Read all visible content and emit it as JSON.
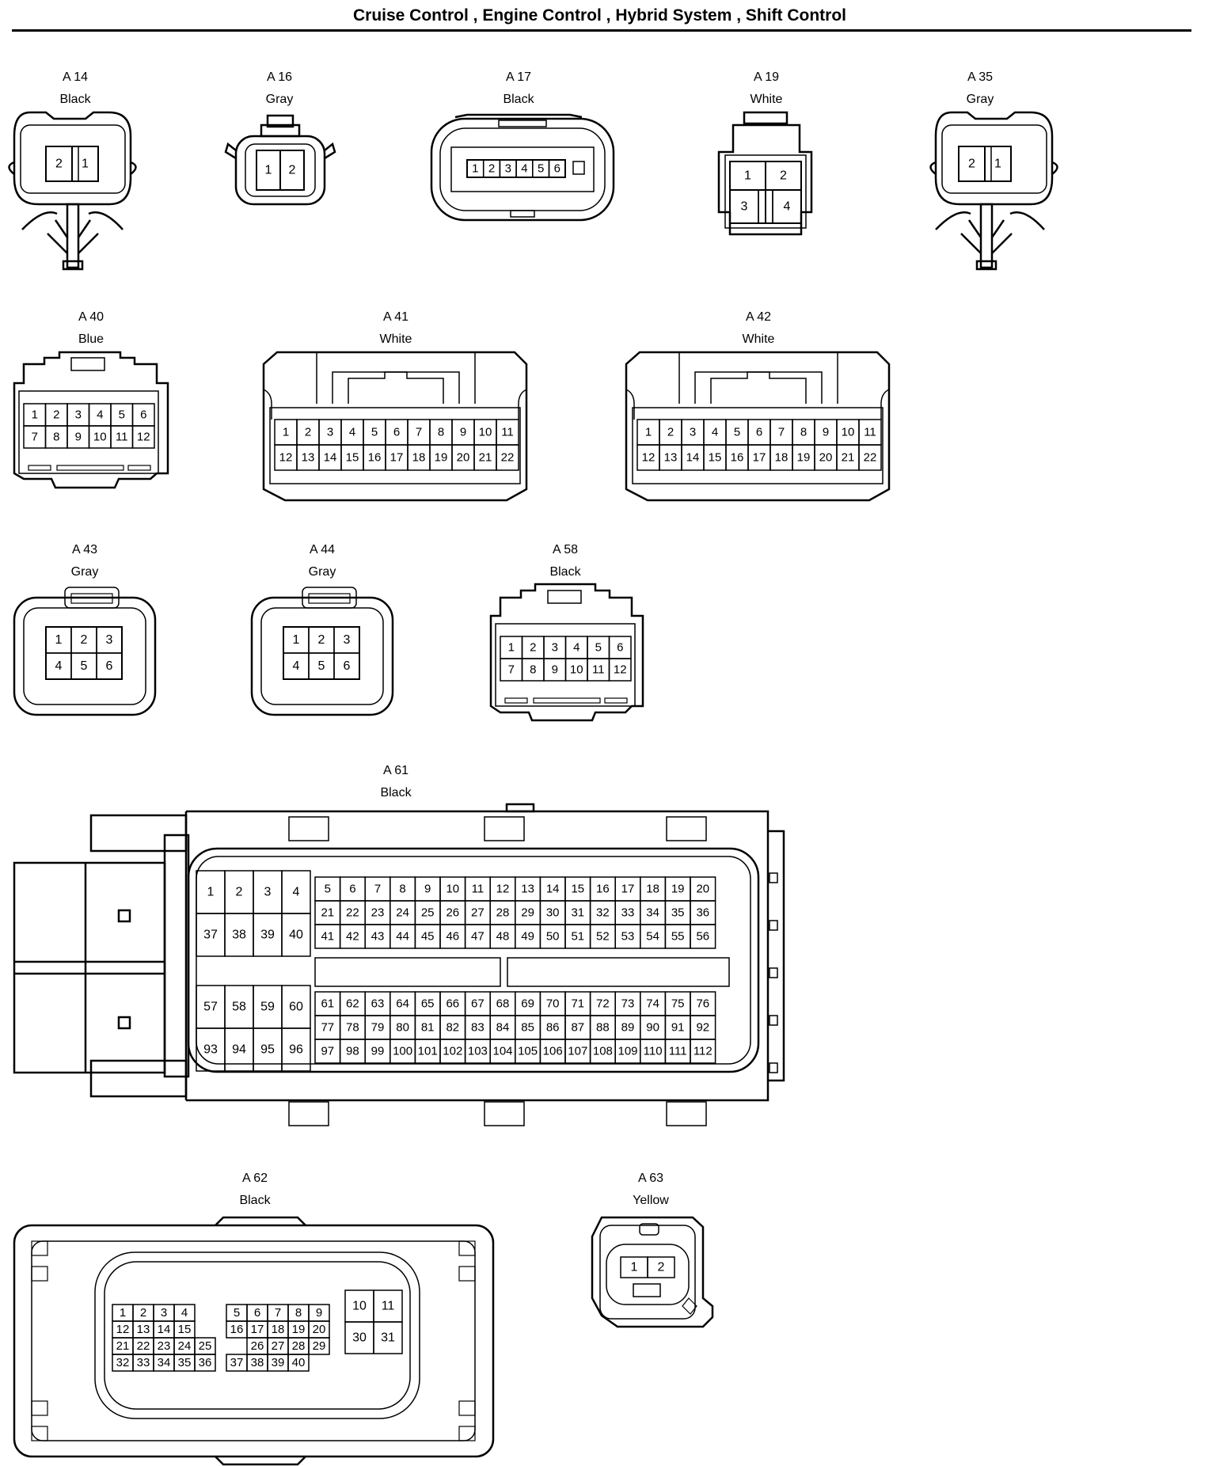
{
  "title": "Cruise Control , Engine Control , Hybrid System , Shift Control",
  "connectors": [
    {
      "id": "A 14",
      "color": "Black"
    },
    {
      "id": "A 16",
      "color": "Gray"
    },
    {
      "id": "A 17",
      "color": "Black"
    },
    {
      "id": "A 19",
      "color": "White"
    },
    {
      "id": "A 35",
      "color": "Gray"
    },
    {
      "id": "A 40",
      "color": "Blue"
    },
    {
      "id": "A 41",
      "color": "White"
    },
    {
      "id": "A 42",
      "color": "White"
    },
    {
      "id": "A 43",
      "color": "Gray"
    },
    {
      "id": "A 44",
      "color": "Gray"
    },
    {
      "id": "A 58",
      "color": "Black"
    },
    {
      "id": "A 61",
      "color": "Black"
    },
    {
      "id": "A 62",
      "color": "Black"
    },
    {
      "id": "A 63",
      "color": "Yellow"
    }
  ]
}
